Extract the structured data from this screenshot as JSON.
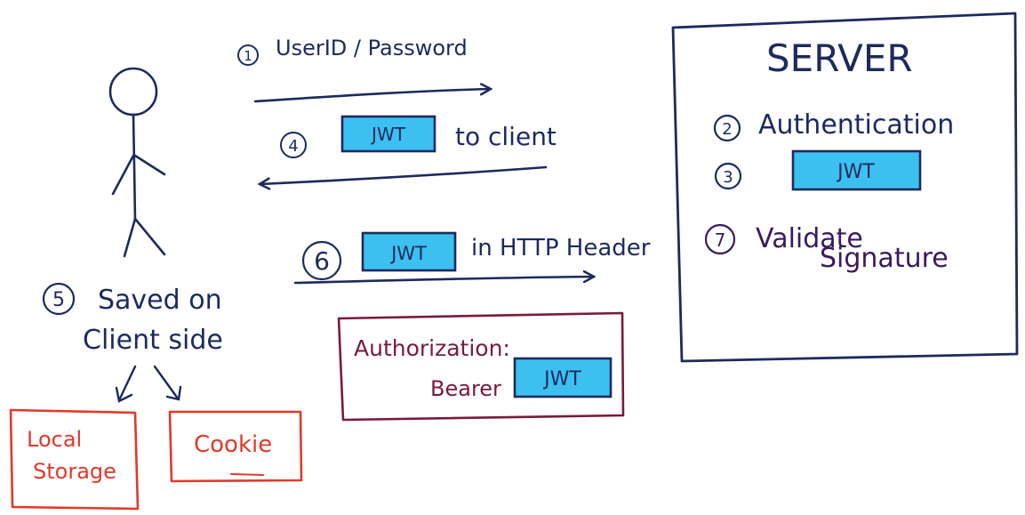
{
  "colors": {
    "ink": "#1c2a5e",
    "jwt_fill": "#3cc0f0",
    "maroon": "#7a1a3a",
    "red": "#e03a2a",
    "purple": "#3a1a5e"
  },
  "server": {
    "title": "SERVER",
    "step2_num": "2",
    "step2_label": "Authentication",
    "step3_num": "3",
    "step3_token": "JWT",
    "step7_num": "7",
    "step7_line1": "Validate",
    "step7_line2": "Signature"
  },
  "arrows": {
    "step1_num": "1",
    "step1_label": "UserID / Password",
    "step4_num": "4",
    "step4_token": "JWT",
    "step4_label": "to client",
    "step6_num": "6",
    "step6_token": "JWT",
    "step6_label": "in HTTP Header"
  },
  "client": {
    "step5_num": "5",
    "step5_line1": "Saved on",
    "step5_line2": "Client side",
    "storage_local_line1": "Local",
    "storage_local_line2": "Storage",
    "storage_cookie": "Cookie"
  },
  "auth_header": {
    "line1": "Authorization:",
    "bearer": "Bearer",
    "token": "JWT"
  }
}
